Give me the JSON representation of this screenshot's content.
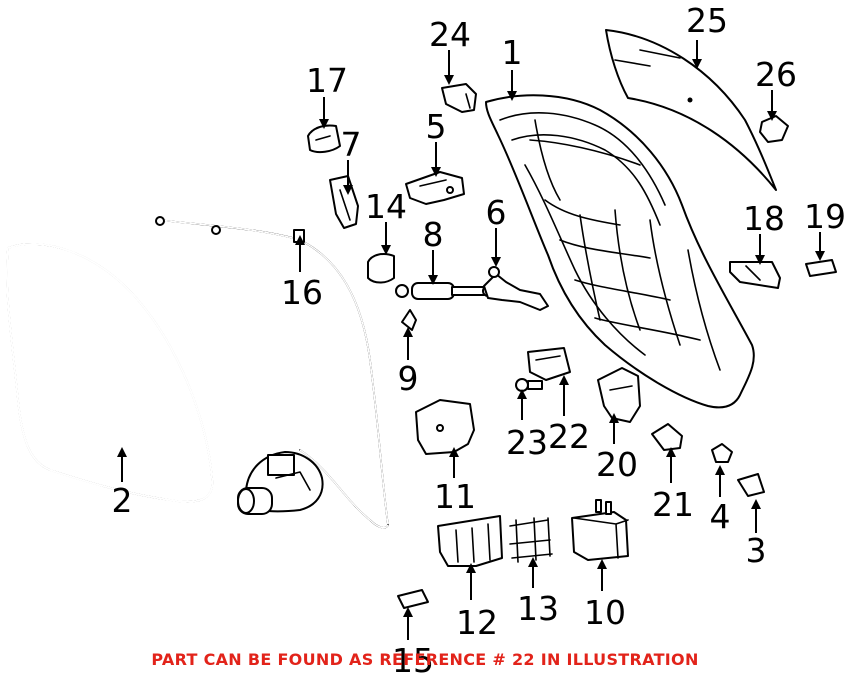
{
  "notice": {
    "text": "PART CAN BE FOUND AS REFERENCE # 22 IN ILLUSTRATION",
    "color": "#e2231a"
  },
  "callouts": {
    "c1": "1",
    "c2": "2",
    "c3": "3",
    "c4": "4",
    "c5": "5",
    "c6": "6",
    "c7": "7",
    "c8": "8",
    "c9": "9",
    "c10": "10",
    "c11": "11",
    "c12": "12",
    "c13": "13",
    "c14": "14",
    "c15": "15",
    "c16": "16",
    "c17": "17",
    "c18": "18",
    "c19": "19",
    "c20": "20",
    "c21": "21",
    "c22": "22",
    "c23": "23",
    "c24": "24",
    "c25": "25",
    "c26": "26"
  }
}
